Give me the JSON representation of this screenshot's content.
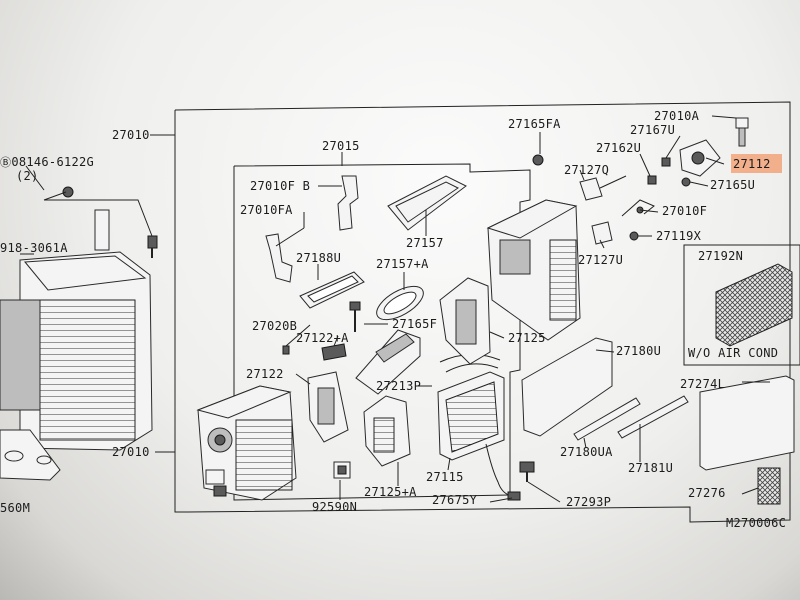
{
  "diagram_code": "M270006C",
  "inset_caption": "W/O AIR COND",
  "highlight_color": "#f39a6a",
  "labels": {
    "l27010_top": "27010",
    "l27010_bot": "27010",
    "l08146": "08146-6122G",
    "l2": "(2)",
    "l918": "918-3061A",
    "l560m": "560M",
    "l27015": "27015",
    "l27010fb": "27010F B",
    "l27010fa": "27010FA",
    "l27157": "27157",
    "l27188u": "27188U",
    "l27157a": "27157+A",
    "l27020b": "27020B",
    "l27122a": "27122+A",
    "l27165f": "27165F",
    "l27122": "27122",
    "l27213p": "27213P",
    "l27115": "27115",
    "l27125a": "27125+A",
    "l92590n": "92590N",
    "l27675y": "27675Y",
    "l27293p": "27293P",
    "l27165fa": "27165FA",
    "l27162u": "27162U",
    "l27167u": "27167U",
    "l27010a": "27010A",
    "l27112": "27112",
    "l27165u": "27165U",
    "l27127q": "27127Q",
    "l27010f": "27010F",
    "l27119x": "27119X",
    "l27127u": "27127U",
    "l27125": "27125",
    "l27180u": "27180U",
    "l27192n": "27192N",
    "l27274l": "27274L",
    "l27180ua": "27180UA",
    "l27181u": "27181U",
    "l27276": "27276"
  }
}
